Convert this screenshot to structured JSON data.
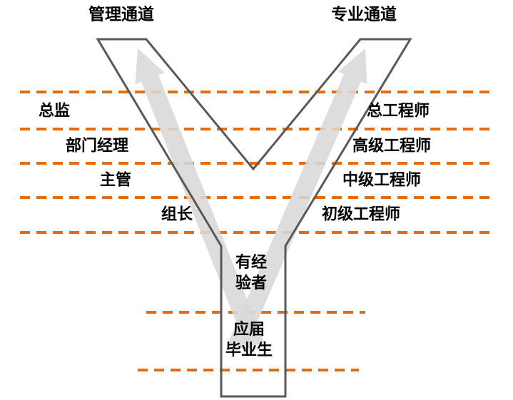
{
  "titles": {
    "management": "管理通道",
    "professional": "专业通道"
  },
  "management_levels": [
    "总监",
    "部门经理",
    "主管",
    "组长"
  ],
  "professional_levels": [
    "总工程师",
    "高级工程师",
    "中级工程师",
    "初级工程师"
  ],
  "stem": {
    "experienced": [
      "有经",
      "验者"
    ],
    "graduate": [
      "应届",
      "毕业生"
    ]
  },
  "colors": {
    "dash": "#E36C0E",
    "outline": "#595959",
    "arrow": "#D8D8D8",
    "text": "#000000"
  }
}
